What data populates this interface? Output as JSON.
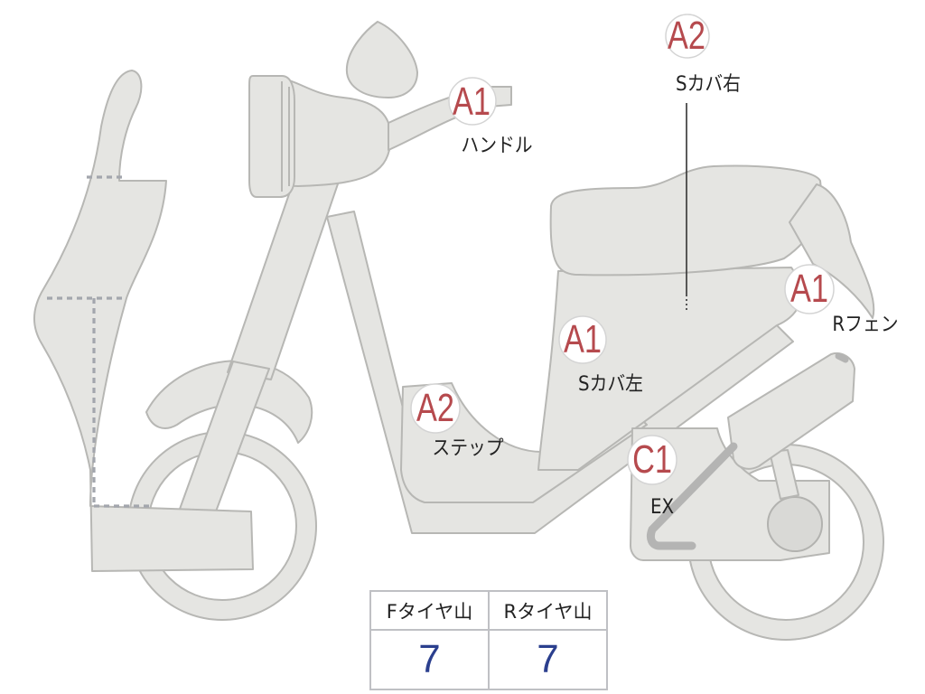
{
  "parts": [
    {
      "id": "handle",
      "grade": "A1",
      "name": "ハンドル"
    },
    {
      "id": "side-cover-right",
      "grade": "A2",
      "name": "Sカバ右"
    },
    {
      "id": "rear-fender",
      "grade": "A1",
      "name": "Rフェン"
    },
    {
      "id": "side-cover-left",
      "grade": "A1",
      "name": "Sカバ左"
    },
    {
      "id": "step",
      "grade": "A2",
      "name": "ステップ"
    },
    {
      "id": "exhaust",
      "grade": "C1",
      "name": "EX"
    }
  ],
  "tire_table": {
    "front_header": "Fタイヤ山",
    "rear_header": "Rタイヤ山",
    "front_value": "7",
    "rear_value": "7"
  },
  "colors": {
    "grade_text": "#b64a4e",
    "tire_value": "#2b3f8e",
    "body_fill": "#e5e5e2",
    "body_stroke": "#b7b7b4",
    "dotted_line": "#a3a6ad"
  }
}
